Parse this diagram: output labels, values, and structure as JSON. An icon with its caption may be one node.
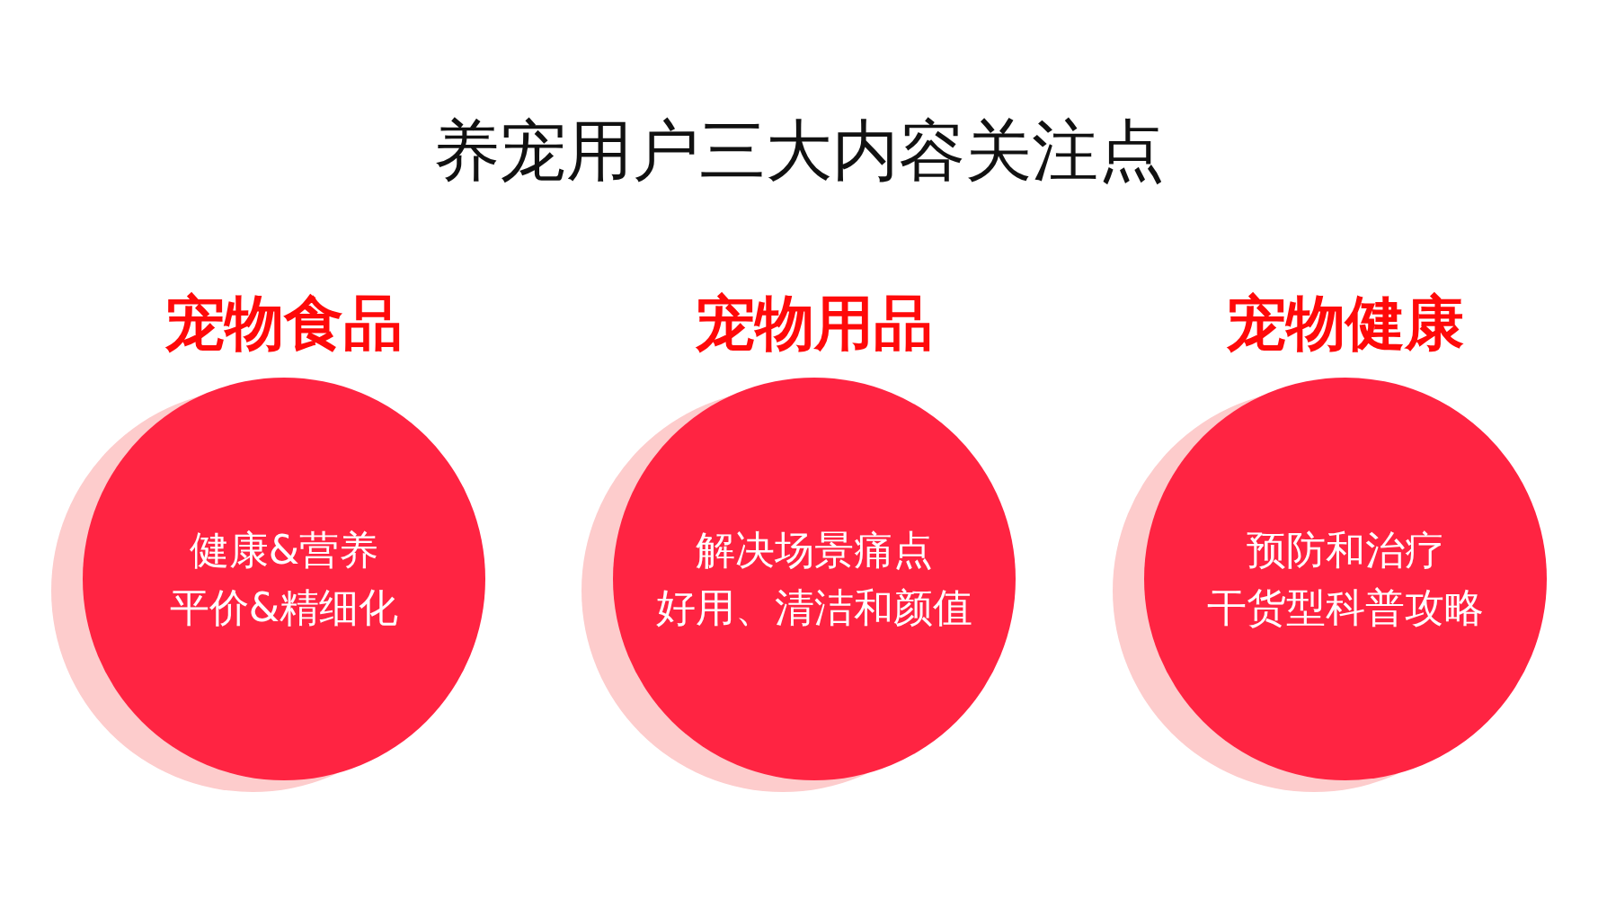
{
  "diagram": {
    "title": "养宠用户三大内容关注点",
    "nodes": [
      {
        "text": [
          "宠物食品",
          "健康&营养",
          "平价&精细化"
        ]
      },
      {
        "text": [
          "宠物用品",
          "解决场景痛点",
          "好用、清洁和颜值"
        ]
      },
      {
        "text": [
          "宠物健康",
          "预防和治疗",
          "干货型科普攻略"
        ]
      }
    ]
  }
}
